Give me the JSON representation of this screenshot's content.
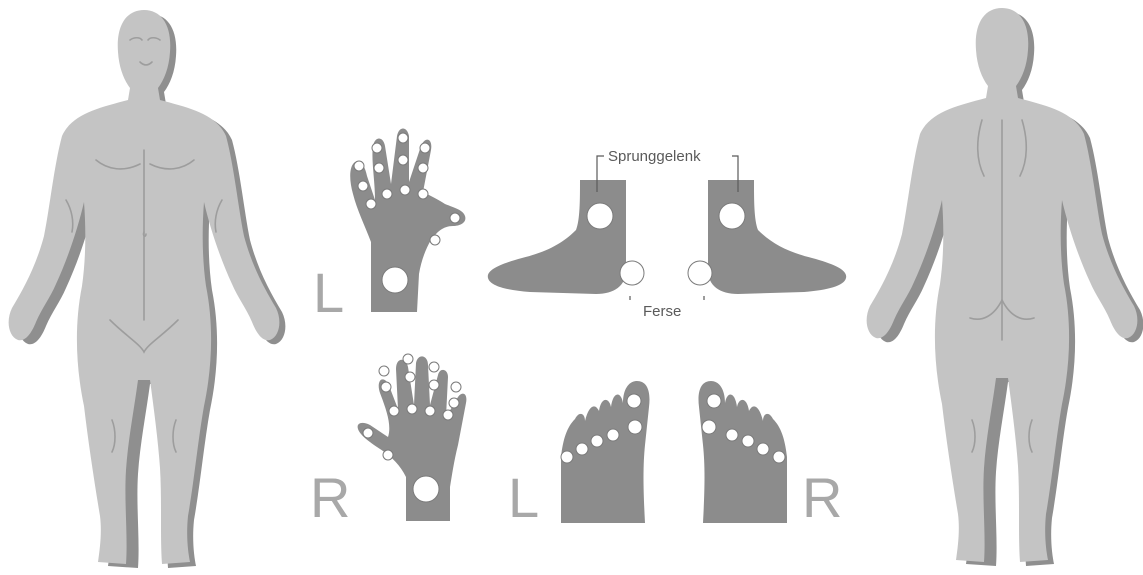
{
  "diagram": {
    "labels": {
      "ankle": "Sprunggelenk",
      "heel": "Ferse",
      "hand_left": "L",
      "hand_right": "R",
      "foot_left": "L",
      "foot_right": "R"
    },
    "colors": {
      "body_fill": "#c4c4c4",
      "body_shadow": "#8f8f8f",
      "body_line": "#9d9d9d",
      "extremity_fill": "#8c8c8c",
      "joint_fill": "#ffffff",
      "joint_stroke": "#7a7a7a",
      "label_text": "#5a5a5a",
      "letter_text": "#a8a8a8"
    },
    "figures": [
      "body-front",
      "body-back"
    ],
    "extremities": [
      "hand-left",
      "hand-right",
      "foot-left-side",
      "foot-right-side",
      "foot-left-top",
      "foot-right-top"
    ]
  }
}
